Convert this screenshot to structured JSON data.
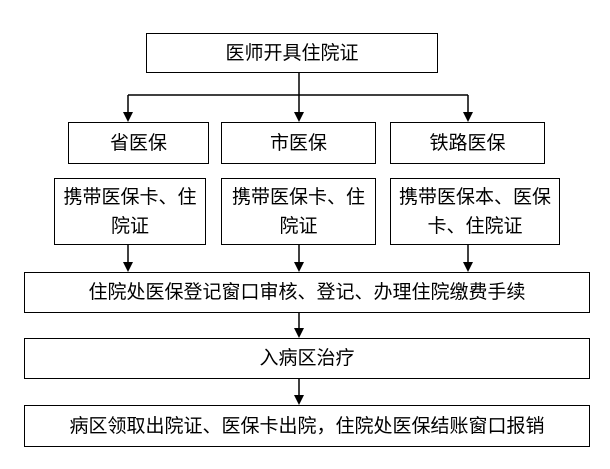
{
  "flowchart": {
    "top": "医师开具住院证",
    "branches": [
      {
        "title": "省医保",
        "items": "携带医保卡、住院证"
      },
      {
        "title": "市医保",
        "items": "携带医保卡、住院证"
      },
      {
        "title": "铁路医保",
        "items": "携带医保本、医保卡、住院证"
      }
    ],
    "register": "住院处医保登记窗口审核、登记、办理住院缴费手续",
    "treatment": "入病区治疗",
    "discharge": "病区领取出院证、医保卡出院，住院处医保结账窗口报销"
  }
}
